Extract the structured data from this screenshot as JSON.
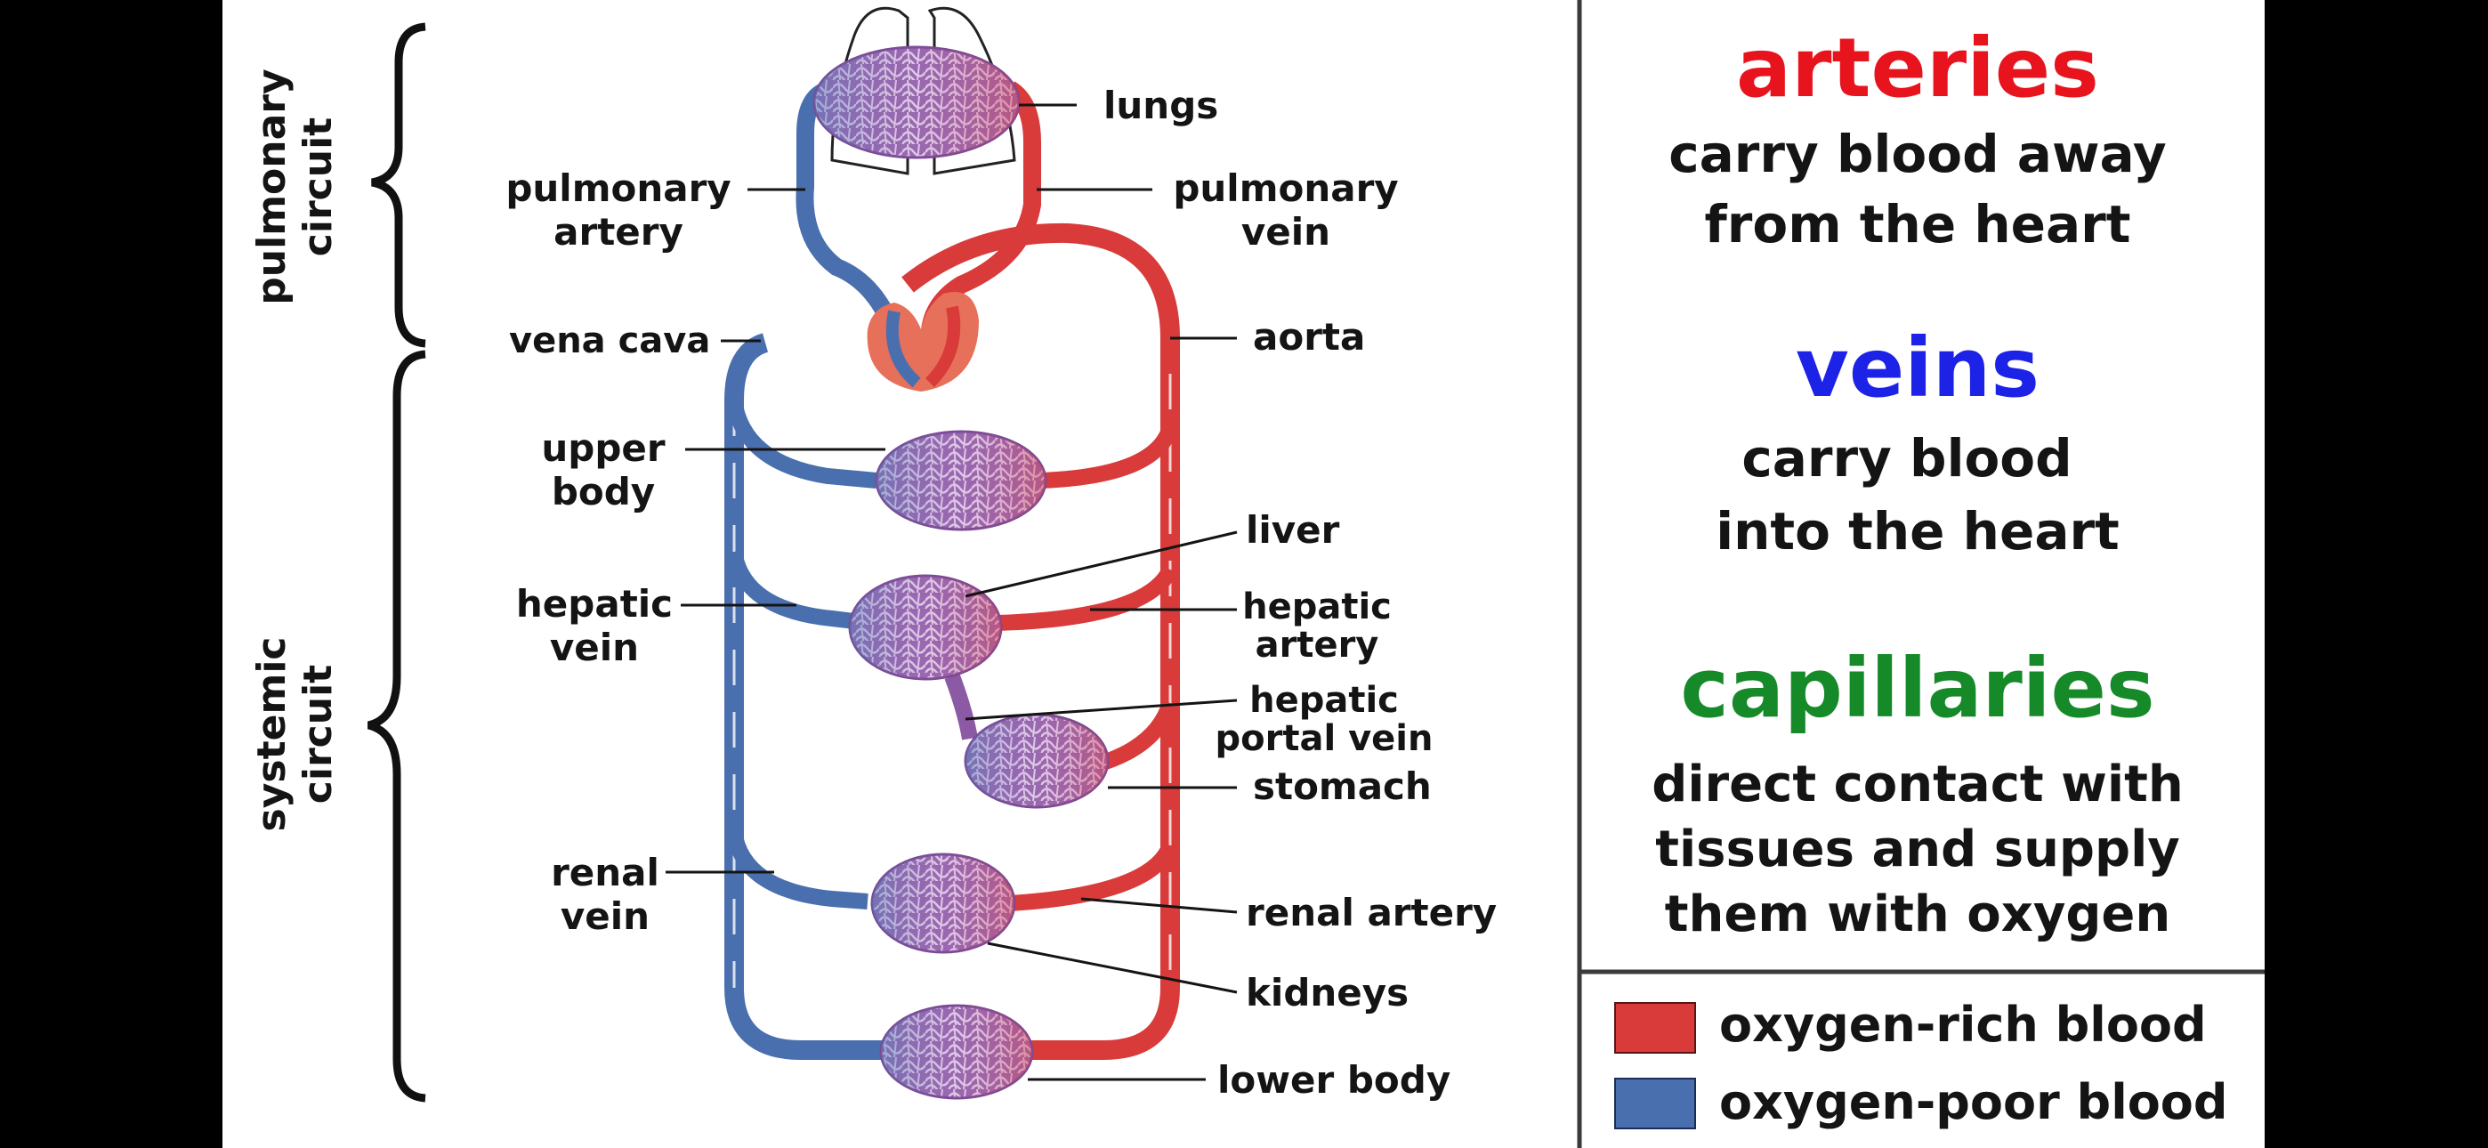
{
  "colors": {
    "artery": "#d93a3a",
    "vein": "#4a6fae",
    "capillary": "#8c5aa4",
    "arteries_heading": "#e8141d",
    "veins_heading": "#1c22e6",
    "capillaries_heading": "#168a28",
    "oxygen_rich_swatch": "#d93a3a",
    "oxygen_poor_swatch": "#4a6fae"
  },
  "circuits": {
    "pulmonary": [
      "pulmonary",
      "circuit"
    ],
    "systemic": [
      "systemic",
      "circuit"
    ]
  },
  "labels": {
    "lungs": "lungs",
    "pulmonary_artery": [
      "pulmonary",
      "artery"
    ],
    "pulmonary_vein": [
      "pulmonary",
      "vein"
    ],
    "vena_cava": "vena cava",
    "aorta": "aorta",
    "upper_body": [
      "upper",
      "body"
    ],
    "liver": "liver",
    "hepatic_vein": [
      "hepatic",
      "vein"
    ],
    "hepatic_artery": [
      "hepatic",
      "artery"
    ],
    "hepatic_portal_vein": [
      "hepatic",
      "portal vein"
    ],
    "stomach": "stomach",
    "renal_vein": [
      "renal",
      "vein"
    ],
    "renal_artery": "renal artery",
    "kidneys": "kidneys",
    "lower_body": "lower body"
  },
  "definitions": {
    "arteries": {
      "title": "arteries",
      "lines": [
        "carry blood away",
        "from the heart"
      ]
    },
    "veins": {
      "title": "veins",
      "lines": [
        "carry blood",
        "into the heart"
      ]
    },
    "capillaries": {
      "title": "capillaries",
      "lines": [
        "direct contact with",
        "tissues and supply",
        "them with oxygen"
      ]
    }
  },
  "legend": [
    {
      "label": "oxygen-rich blood",
      "icon": "red-swatch-icon"
    },
    {
      "label": "oxygen-poor blood",
      "icon": "blue-swatch-icon"
    }
  ]
}
